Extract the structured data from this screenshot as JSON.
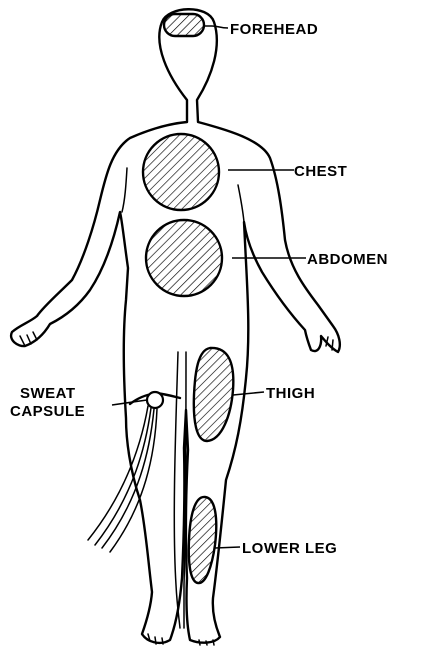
{
  "labels": {
    "forehead": "FOREHEAD",
    "chest": "CHEST",
    "abdomen": "ABDOMEN",
    "thigh": "THIGH",
    "sweat_capsule_line1": "SWEAT",
    "sweat_capsule_line2": "CAPSULE",
    "lower_leg": "LOWER LEG"
  },
  "colors": {
    "line": "#000000",
    "background": "#ffffff"
  }
}
